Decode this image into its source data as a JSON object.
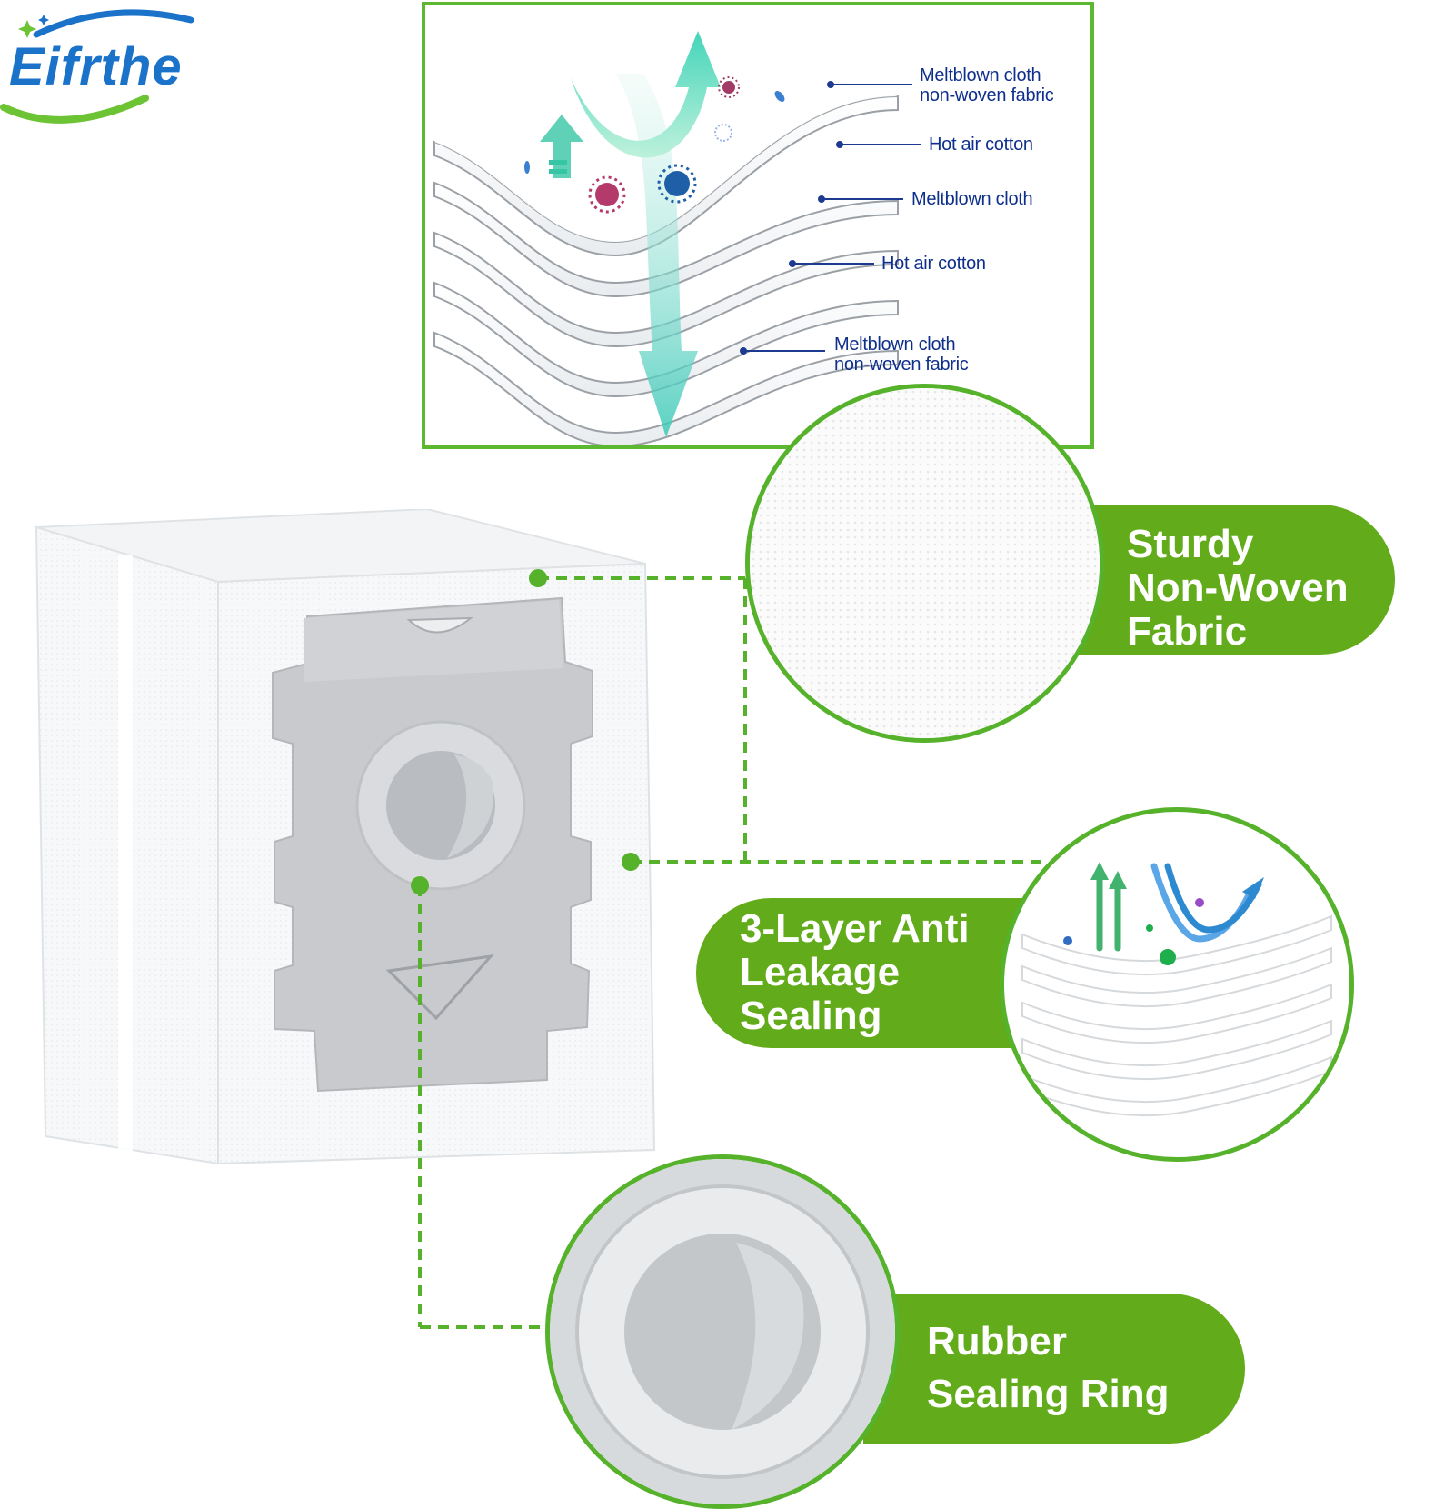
{
  "brand": {
    "name": "Eifrthe",
    "colors": {
      "blue": "#1b73c9",
      "green": "#6cc334"
    }
  },
  "layer_diagram": {
    "labels": [
      "Meltblown cloth\nnon-woven fabric",
      "Hot air cotton",
      "Meltblown cloth",
      "Hot air cotton",
      "Meltblown cloth\nnon-woven fabric"
    ],
    "label_color": "#0f2f8c",
    "border_color": "#5cb830"
  },
  "features": [
    {
      "label": "Sturdy\nNon-Woven\nFabric"
    },
    {
      "label": "3-Layer Anti\nLeakage\nSealing"
    },
    {
      "label": "Rubber\nSealing Ring"
    }
  ],
  "colors": {
    "accent_green": "#62ab1a",
    "callout_green": "#55b22a"
  }
}
